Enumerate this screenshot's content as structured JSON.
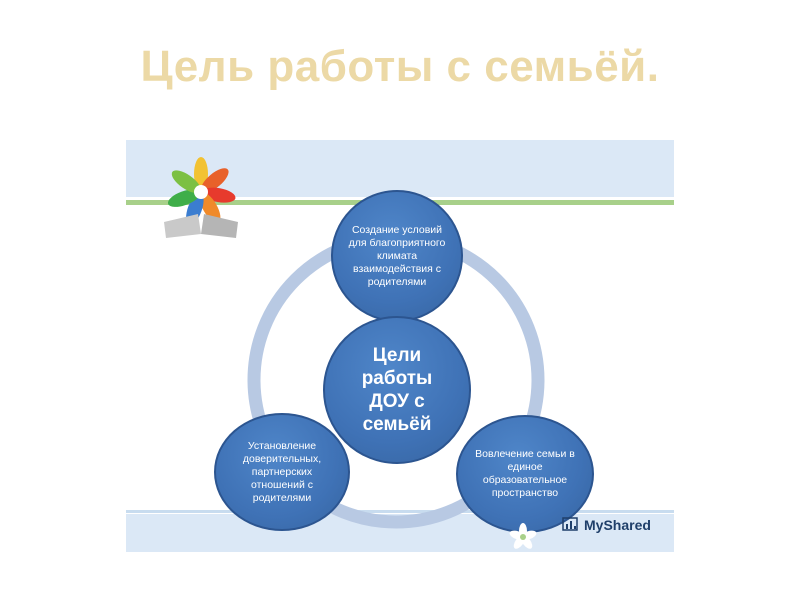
{
  "page": {
    "title": "Цель работы с семьёй."
  },
  "diagram": {
    "center": {
      "text": "Цели работы ДОУ с семьёй"
    },
    "nodes": [
      {
        "text": "Создание условий для благоприятного климата взаимодействия с родителями"
      },
      {
        "text": "Вовлечение семьи в единое образовательное пространство"
      },
      {
        "text": "Установление доверительных, партнерских отношений с родителями"
      }
    ],
    "colors": {
      "circle_fill": "#3f72b6",
      "ring": "#b8c9e3",
      "title": "#ecd9a6",
      "band": "#dbe8f6",
      "accent_line": "#a8d08a"
    }
  },
  "watermark": {
    "text": "MyShared",
    "icon": "chart-icon"
  },
  "logo": {
    "icon": "hands-book-logo-icon"
  }
}
